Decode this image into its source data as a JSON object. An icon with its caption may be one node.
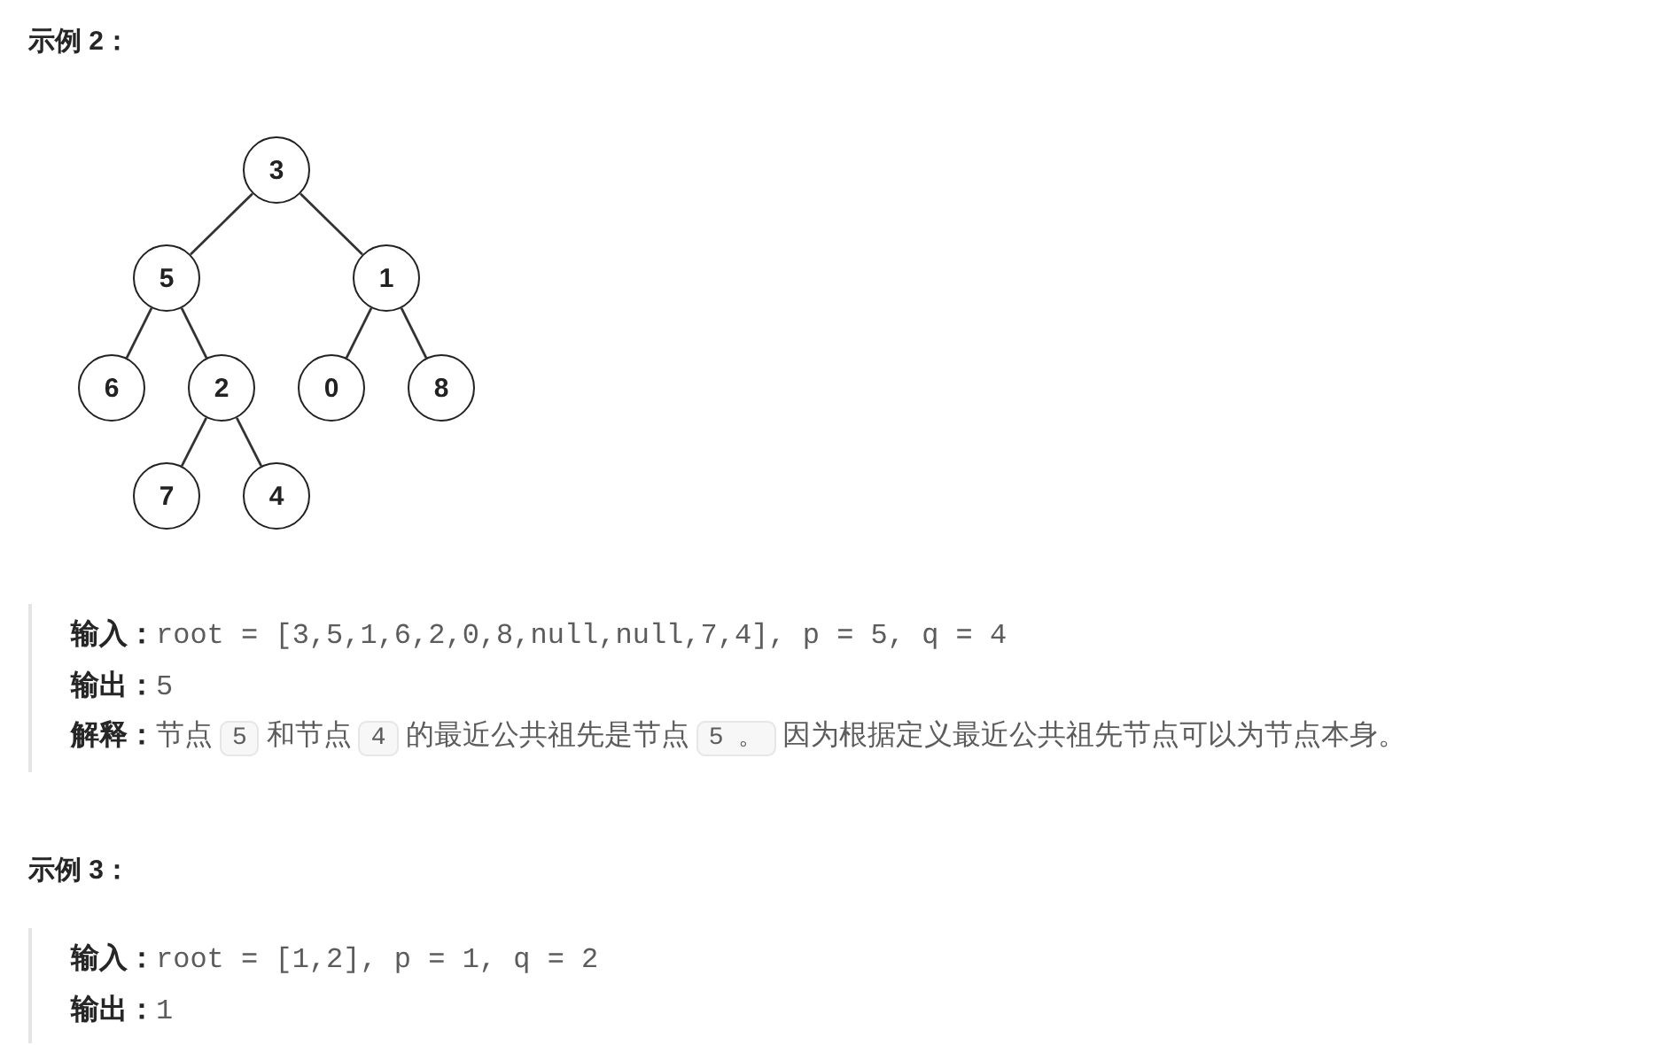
{
  "diagram": {
    "title": "示例 2：",
    "nodes": [
      {
        "text": [
          "3"
        ]
      },
      {
        "text": [
          "5"
        ]
      },
      {
        "text": [
          "1"
        ]
      },
      {
        "text": [
          "6"
        ]
      },
      {
        "text": [
          "2"
        ]
      },
      {
        "text": [
          "0"
        ]
      },
      {
        "text": [
          "8"
        ]
      },
      {
        "text": [
          "7"
        ]
      },
      {
        "text": [
          "4"
        ]
      }
    ],
    "edges": [
      {
        "from": 0,
        "to": 1,
        "arrow": "none"
      },
      {
        "from": 0,
        "to": 2,
        "arrow": "none"
      },
      {
        "from": 1,
        "to": 3,
        "arrow": "none"
      },
      {
        "from": 1,
        "to": 4,
        "arrow": "none"
      },
      {
        "from": 2,
        "to": 5,
        "arrow": "none"
      },
      {
        "from": 2,
        "to": 6,
        "arrow": "none"
      },
      {
        "from": 4,
        "to": 7,
        "arrow": "none"
      },
      {
        "from": 4,
        "to": 8,
        "arrow": "none"
      }
    ],
    "labels": [
      "输入：",
      "root = [3,5,1,6,2,0,8,null,null,7,4], p = 5, q = 4",
      "输出：",
      "5",
      "解释：",
      "节点",
      "5",
      "和节点",
      "4",
      "的最近公共祖先是节点",
      "5 。",
      "因为根据定义最近公共祖先节点可以为节点本身。",
      "示例 3：",
      "输入：",
      "root = [1,2], p = 1, q = 2",
      "输出：",
      "1"
    ]
  }
}
